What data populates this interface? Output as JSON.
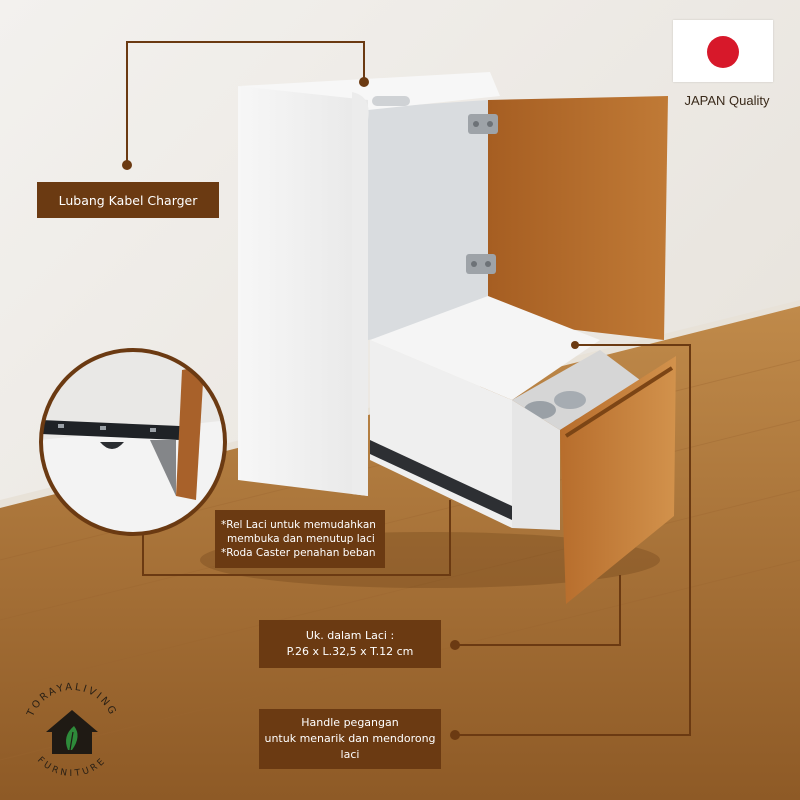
{
  "labels": {
    "cable": "Lubang Kabel Charger",
    "rail_line1": "*Rel Laci untuk memudahkan",
    "rail_line2": "membuka dan menutup laci",
    "rail_line3": "*Roda Caster penahan beban",
    "size_line1": "Uk. dalam Laci :",
    "size_line2": "P.26 x L.32,5 x T.12 cm",
    "handle_line1": "Handle pegangan",
    "handle_line2": "untuk menarik dan mendorong",
    "handle_line3": "laci"
  },
  "badge": {
    "quality_text": "JAPAN Quality"
  },
  "brand": {
    "name_top": "TORAYALIVING",
    "name_bottom": "FURNITURE"
  },
  "colors": {
    "label_bg": "#6b3a12",
    "wood": "#b0692a",
    "cabinet_white": "#f4f4f4",
    "floor": "#b07a3e",
    "flag_red": "#d7182a"
  }
}
